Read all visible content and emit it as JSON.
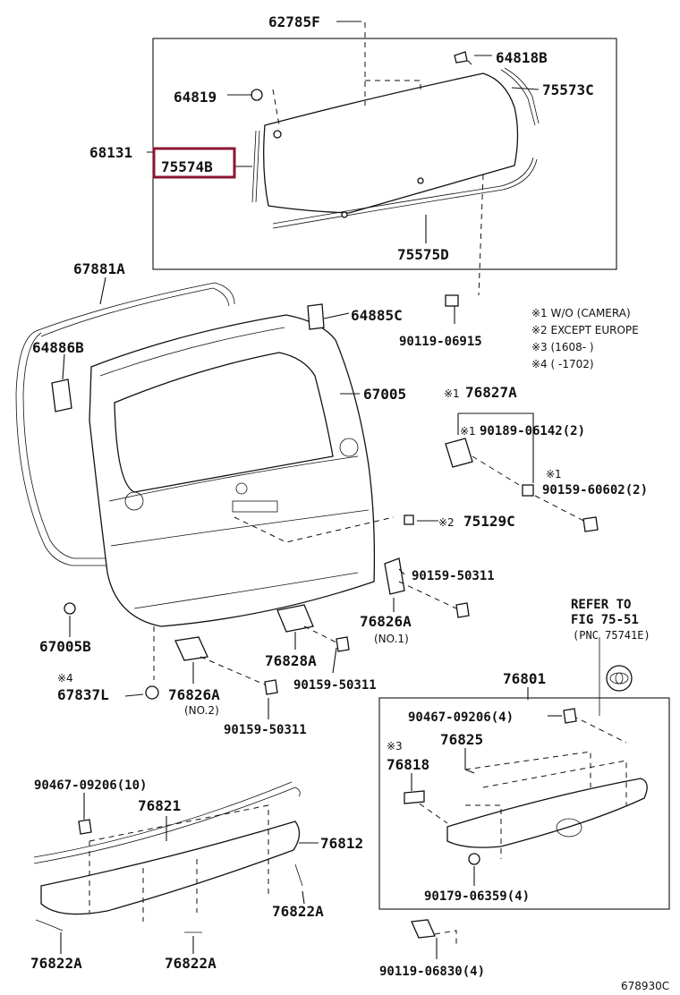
{
  "labels": {
    "p62785F": "62785F",
    "p64818B": "64818B",
    "p64819": "64819",
    "p75573C": "75573C",
    "p68131": "68131",
    "p75574B": "75574B",
    "p75575D": "75575D",
    "p67881A": "67881A",
    "p64885C": "64885C",
    "p90119_06915": "90119-06915",
    "p64886B": "64886B",
    "p67005": "67005",
    "p76827A": "76827A",
    "p90189_06142": "90189-06142(2)",
    "p90159_60602": "90159-60602(2)",
    "p75129C": "75129C",
    "p90159_50311_a": "90159-50311",
    "p76826A_no1": "76826A",
    "no1": "(NO.1)",
    "p67005B": "67005B",
    "p76828A": "76828A",
    "p90159_50311_b": "90159-50311",
    "p67837L": "67837L",
    "p76826A_no2": "76826A",
    "no2": "(NO.2)",
    "p90159_50311_c": "90159-50311",
    "p76801": "76801",
    "p90467_09206_4": "90467-09206(4)",
    "p76825": "76825",
    "p76818": "76818",
    "p90467_09206_10": "90467-09206(10)",
    "p76821": "76821",
    "p76812": "76812",
    "p90179_06359": "90179-06359(4)",
    "p76822A_a": "76822A",
    "p76822A_b": "76822A",
    "p76822A_c": "76822A",
    "p90119_06830": "90119-06830(4)",
    "drawing_no": "678930C"
  },
  "marks": {
    "m1": "※1",
    "m2": "※2",
    "m3": "※3",
    "m4": "※4"
  },
  "notes": [
    "※1 W/O (CAMERA)",
    "※2 EXCEPT EUROPE",
    "※3 (1608-      )",
    "※4 (      -1702)"
  ],
  "refer": {
    "line1": "REFER TO",
    "line2": "FIG 75-51",
    "line3": "(PNC 75741E)"
  },
  "highlight": {
    "part": "75574B",
    "color": "#8b1530"
  }
}
